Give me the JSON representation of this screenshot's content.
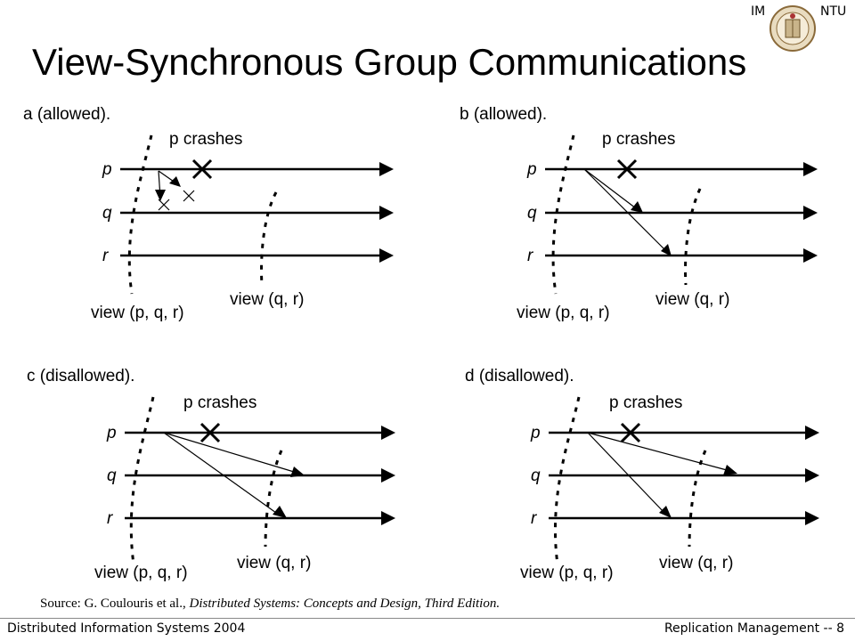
{
  "header": {
    "title": "View-Synchronous Group Communications",
    "corner_left": "IM",
    "corner_right": "NTU"
  },
  "diagrams": [
    {
      "caption": "a (allowed).",
      "crash_label": "p crashes",
      "processes": [
        "p",
        "q",
        "r"
      ],
      "view_before": "view (p, q, r)",
      "view_after": "view (q, r)",
      "variant": "a"
    },
    {
      "caption": "b (allowed).",
      "crash_label": "p crashes",
      "processes": [
        "p",
        "q",
        "r"
      ],
      "view_before": "view (p, q, r)",
      "view_after": "view (q, r)",
      "variant": "b"
    },
    {
      "caption": "c (disallowed).",
      "crash_label": "p crashes",
      "processes": [
        "p",
        "q",
        "r"
      ],
      "view_before": "view (p, q, r)",
      "view_after": "view (q, r)",
      "variant": "c"
    },
    {
      "caption": "d (disallowed).",
      "crash_label": "p crashes",
      "processes": [
        "p",
        "q",
        "r"
      ],
      "view_before": "view (p, q, r)",
      "view_after": "view (q, r)",
      "variant": "d"
    }
  ],
  "source": {
    "prefix": "Source: G. Coulouris et al., ",
    "book": "Distributed Systems: Concepts and Design, Third Edition."
  },
  "footer": {
    "left": "Distributed Information Systems 2004",
    "right": "Replication Management -- 8"
  }
}
